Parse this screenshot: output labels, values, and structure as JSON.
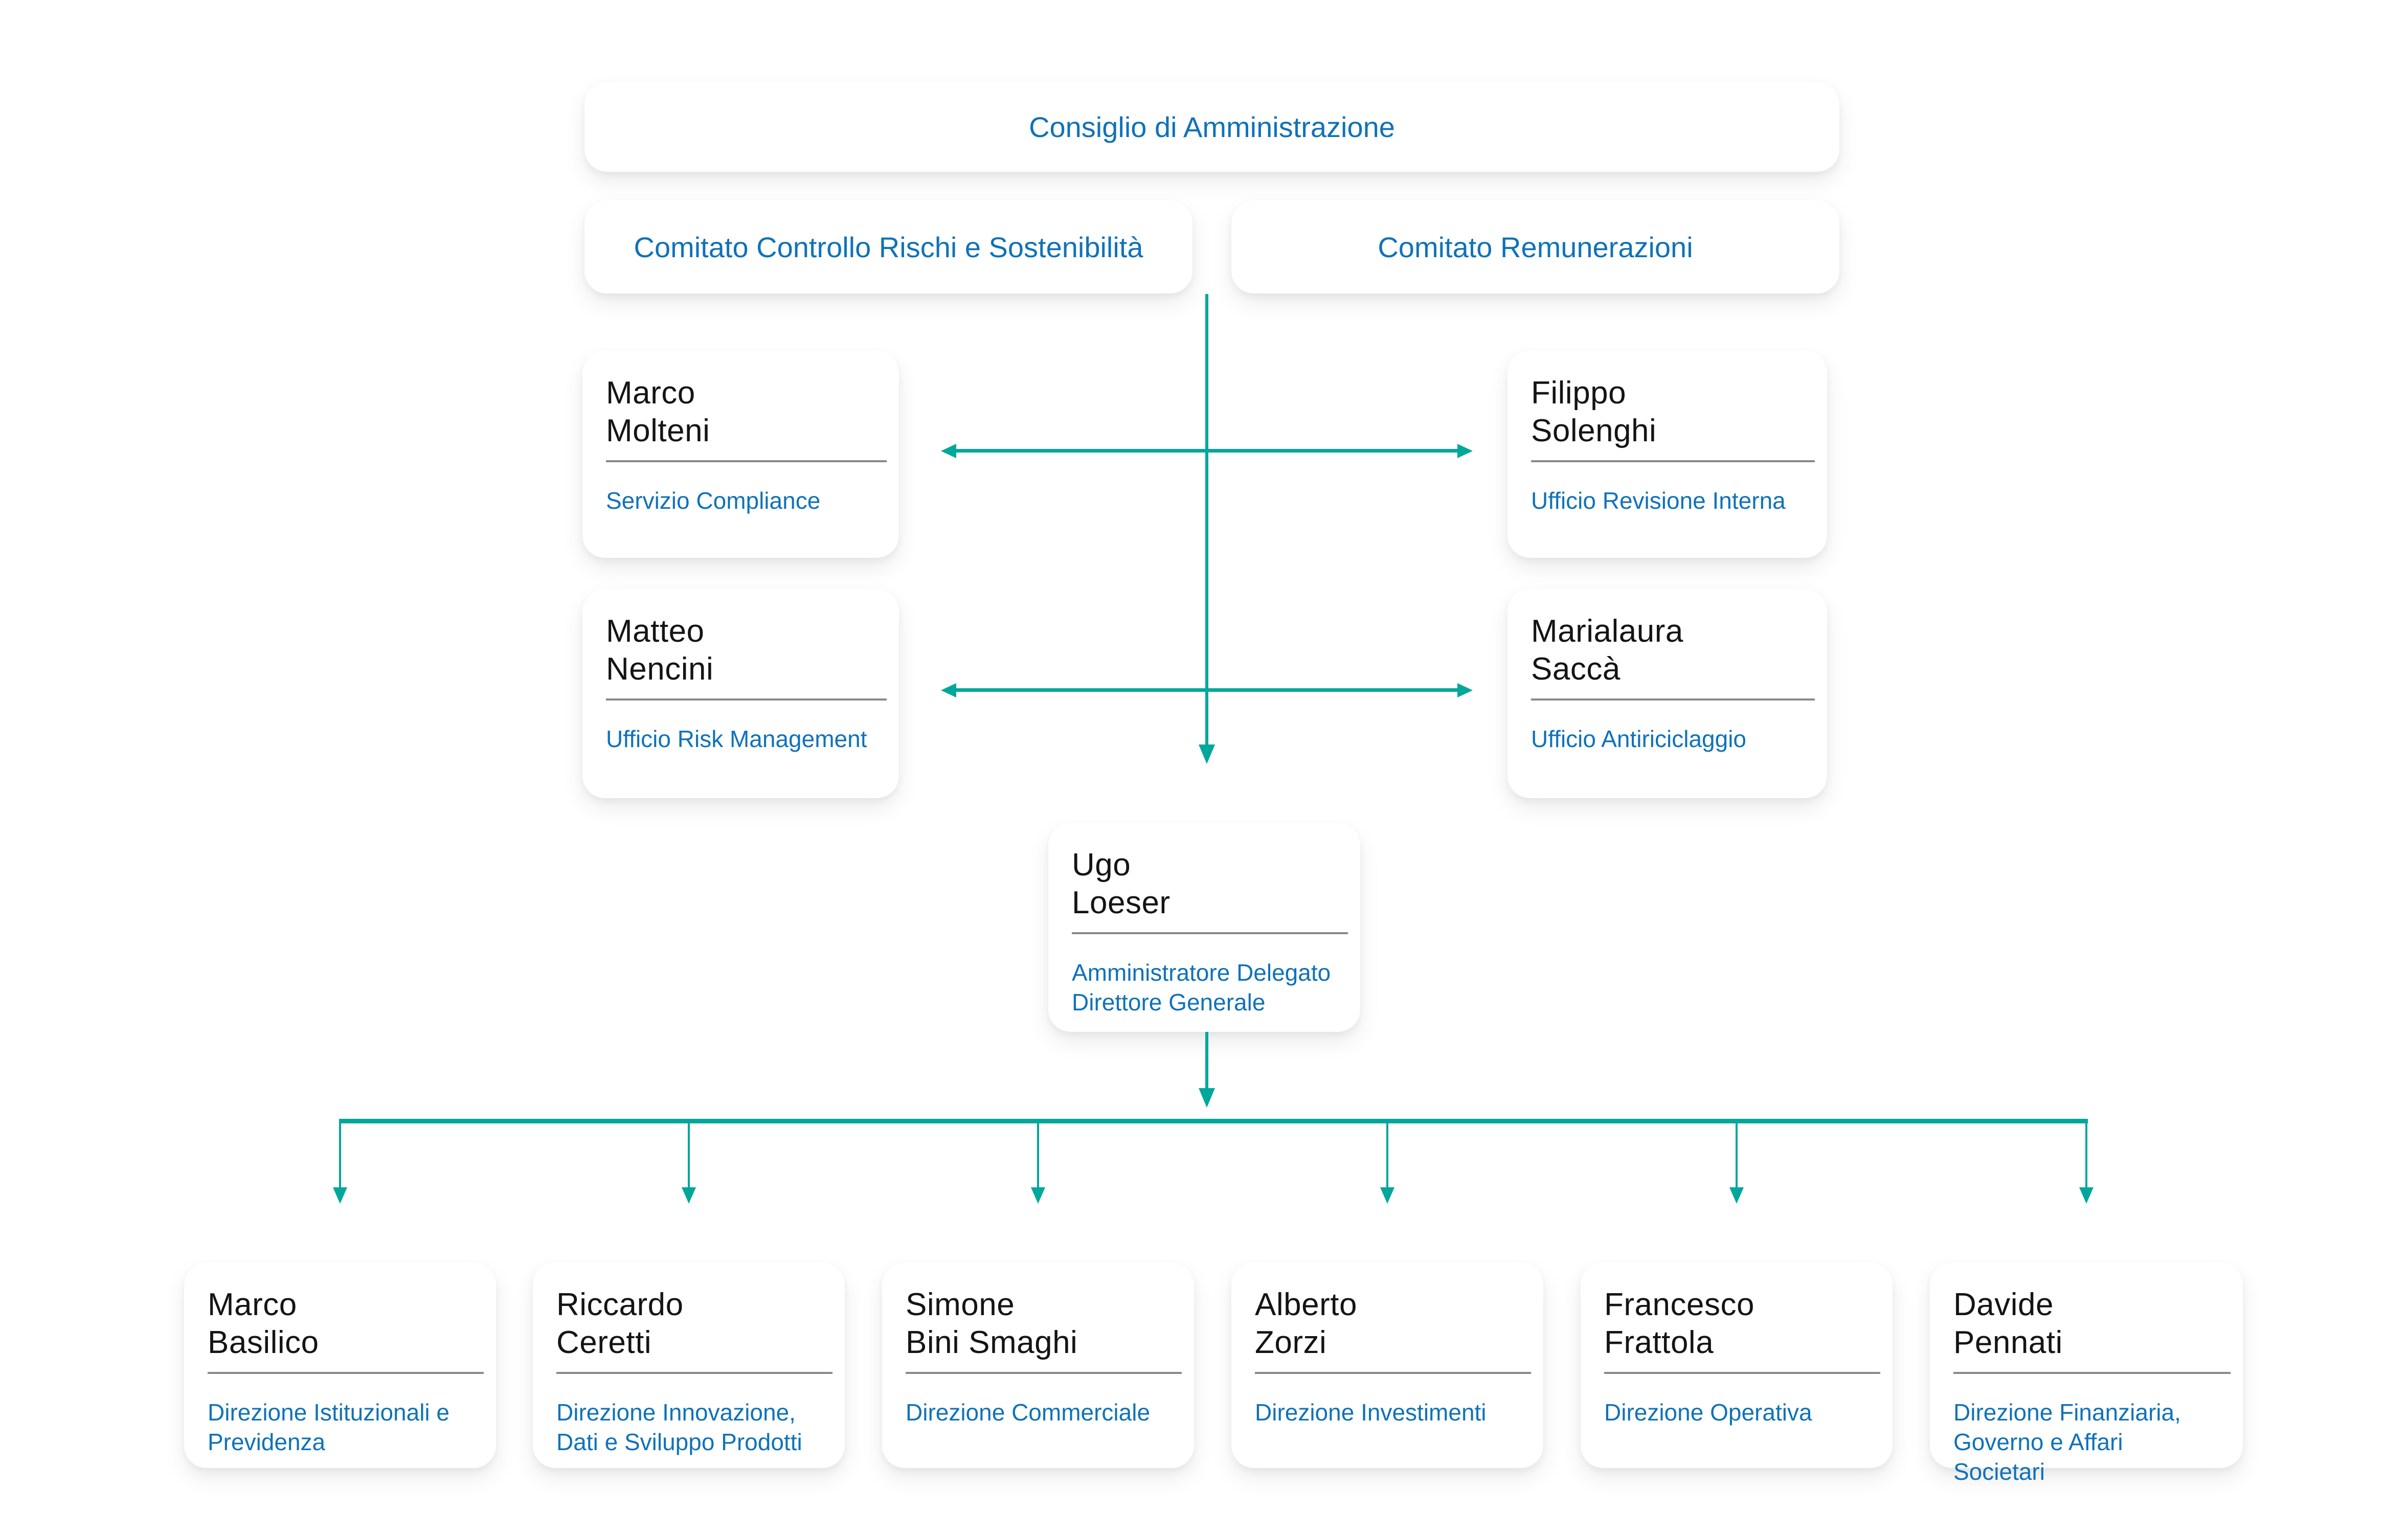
{
  "palette": {
    "accent_blue": "#0f72b9",
    "connector_teal": "#00a79b",
    "name_black": "#141414",
    "divider_gray": "#8a8a8a"
  },
  "board": {
    "label": "Consiglio di Amministrazione"
  },
  "committees": {
    "risk": {
      "label": "Comitato Controllo Rischi e Sostenibilità"
    },
    "remuneration": {
      "label": "Comitato Remunerazioni"
    }
  },
  "control_functions": {
    "compliance": {
      "first_name": "Marco",
      "last_name": "Molteni",
      "unit": "Servizio Compliance"
    },
    "internal_audit": {
      "first_name": "Filippo",
      "last_name": "Solenghi",
      "unit": "Ufficio Revisione Interna"
    },
    "risk_management": {
      "first_name": "Matteo",
      "last_name": "Nencini",
      "unit": "Ufficio Risk Management"
    },
    "anti_money_laundering": {
      "first_name": "Marialaura",
      "last_name": "Saccà",
      "unit": "Ufficio Antiriciclaggio"
    }
  },
  "ceo": {
    "first_name": "Ugo",
    "last_name": "Loeser",
    "role": "Amministratore Delegato\nDirettore Generale"
  },
  "directions": [
    {
      "first_name": "Marco",
      "last_name": "Basilico",
      "unit": "Direzione Istituzionali e\nPrevidenza"
    },
    {
      "first_name": "Riccardo",
      "last_name": "Ceretti",
      "unit": "Direzione Innovazione,\nDati e Sviluppo Prodotti"
    },
    {
      "first_name": "Simone",
      "last_name": "Bini Smaghi",
      "unit": "Direzione Commerciale"
    },
    {
      "first_name": "Alberto",
      "last_name": "Zorzi",
      "unit": "Direzione Investimenti"
    },
    {
      "first_name": "Francesco",
      "last_name": "Frattola",
      "unit": "Direzione Operativa"
    },
    {
      "first_name": "Davide",
      "last_name": "Pennati",
      "unit": "Direzione Finanziaria,\nGoverno e Affari Societari"
    }
  ]
}
